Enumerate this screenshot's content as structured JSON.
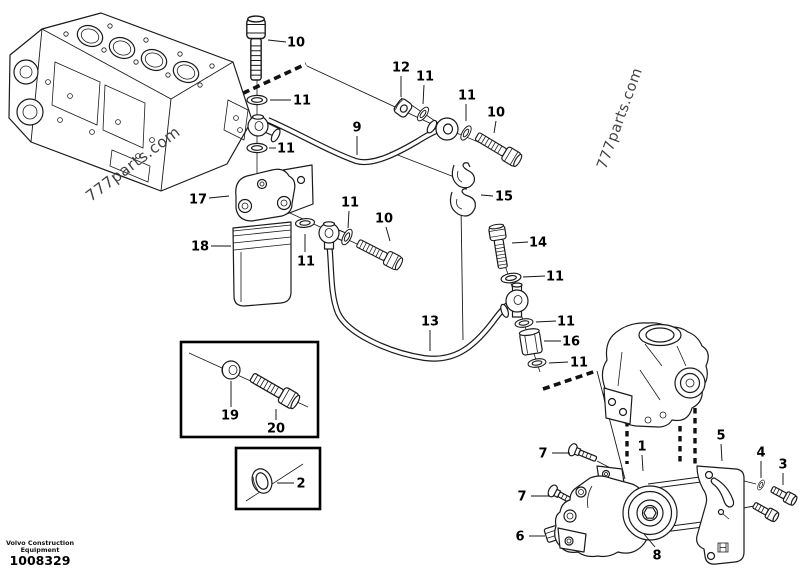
{
  "diagram": {
    "type": "exploded-parts-diagram",
    "subject": "fuel-feed-pump-and-fuel-filter-with-pipes",
    "colors": {
      "line": "#1a1a1a",
      "label": "#000000",
      "watermark": "#333333",
      "background": "#ffffff"
    },
    "watermarks": [
      {
        "text": "777parts.com"
      },
      {
        "text": "777parts.com"
      }
    ],
    "footer": {
      "brand_line1": "Volvo Construction",
      "brand_line2": "Equipment",
      "part_number": "1008329"
    },
    "callouts": [
      {
        "label": "10"
      },
      {
        "label": "11"
      },
      {
        "label": "11"
      },
      {
        "label": "9"
      },
      {
        "label": "12"
      },
      {
        "label": "11"
      },
      {
        "label": "11"
      },
      {
        "label": "10"
      },
      {
        "label": "15"
      },
      {
        "label": "17"
      },
      {
        "label": "18"
      },
      {
        "label": "11"
      },
      {
        "label": "10"
      },
      {
        "label": "11"
      },
      {
        "label": "14"
      },
      {
        "label": "11"
      },
      {
        "label": "13"
      },
      {
        "label": "11"
      },
      {
        "label": "16"
      },
      {
        "label": "11"
      },
      {
        "label": "1"
      },
      {
        "label": "5"
      },
      {
        "label": "7"
      },
      {
        "label": "7"
      },
      {
        "label": "6"
      },
      {
        "label": "8"
      },
      {
        "label": "4"
      },
      {
        "label": "3"
      },
      {
        "label": "19"
      },
      {
        "label": "20"
      },
      {
        "label": "2"
      }
    ]
  }
}
